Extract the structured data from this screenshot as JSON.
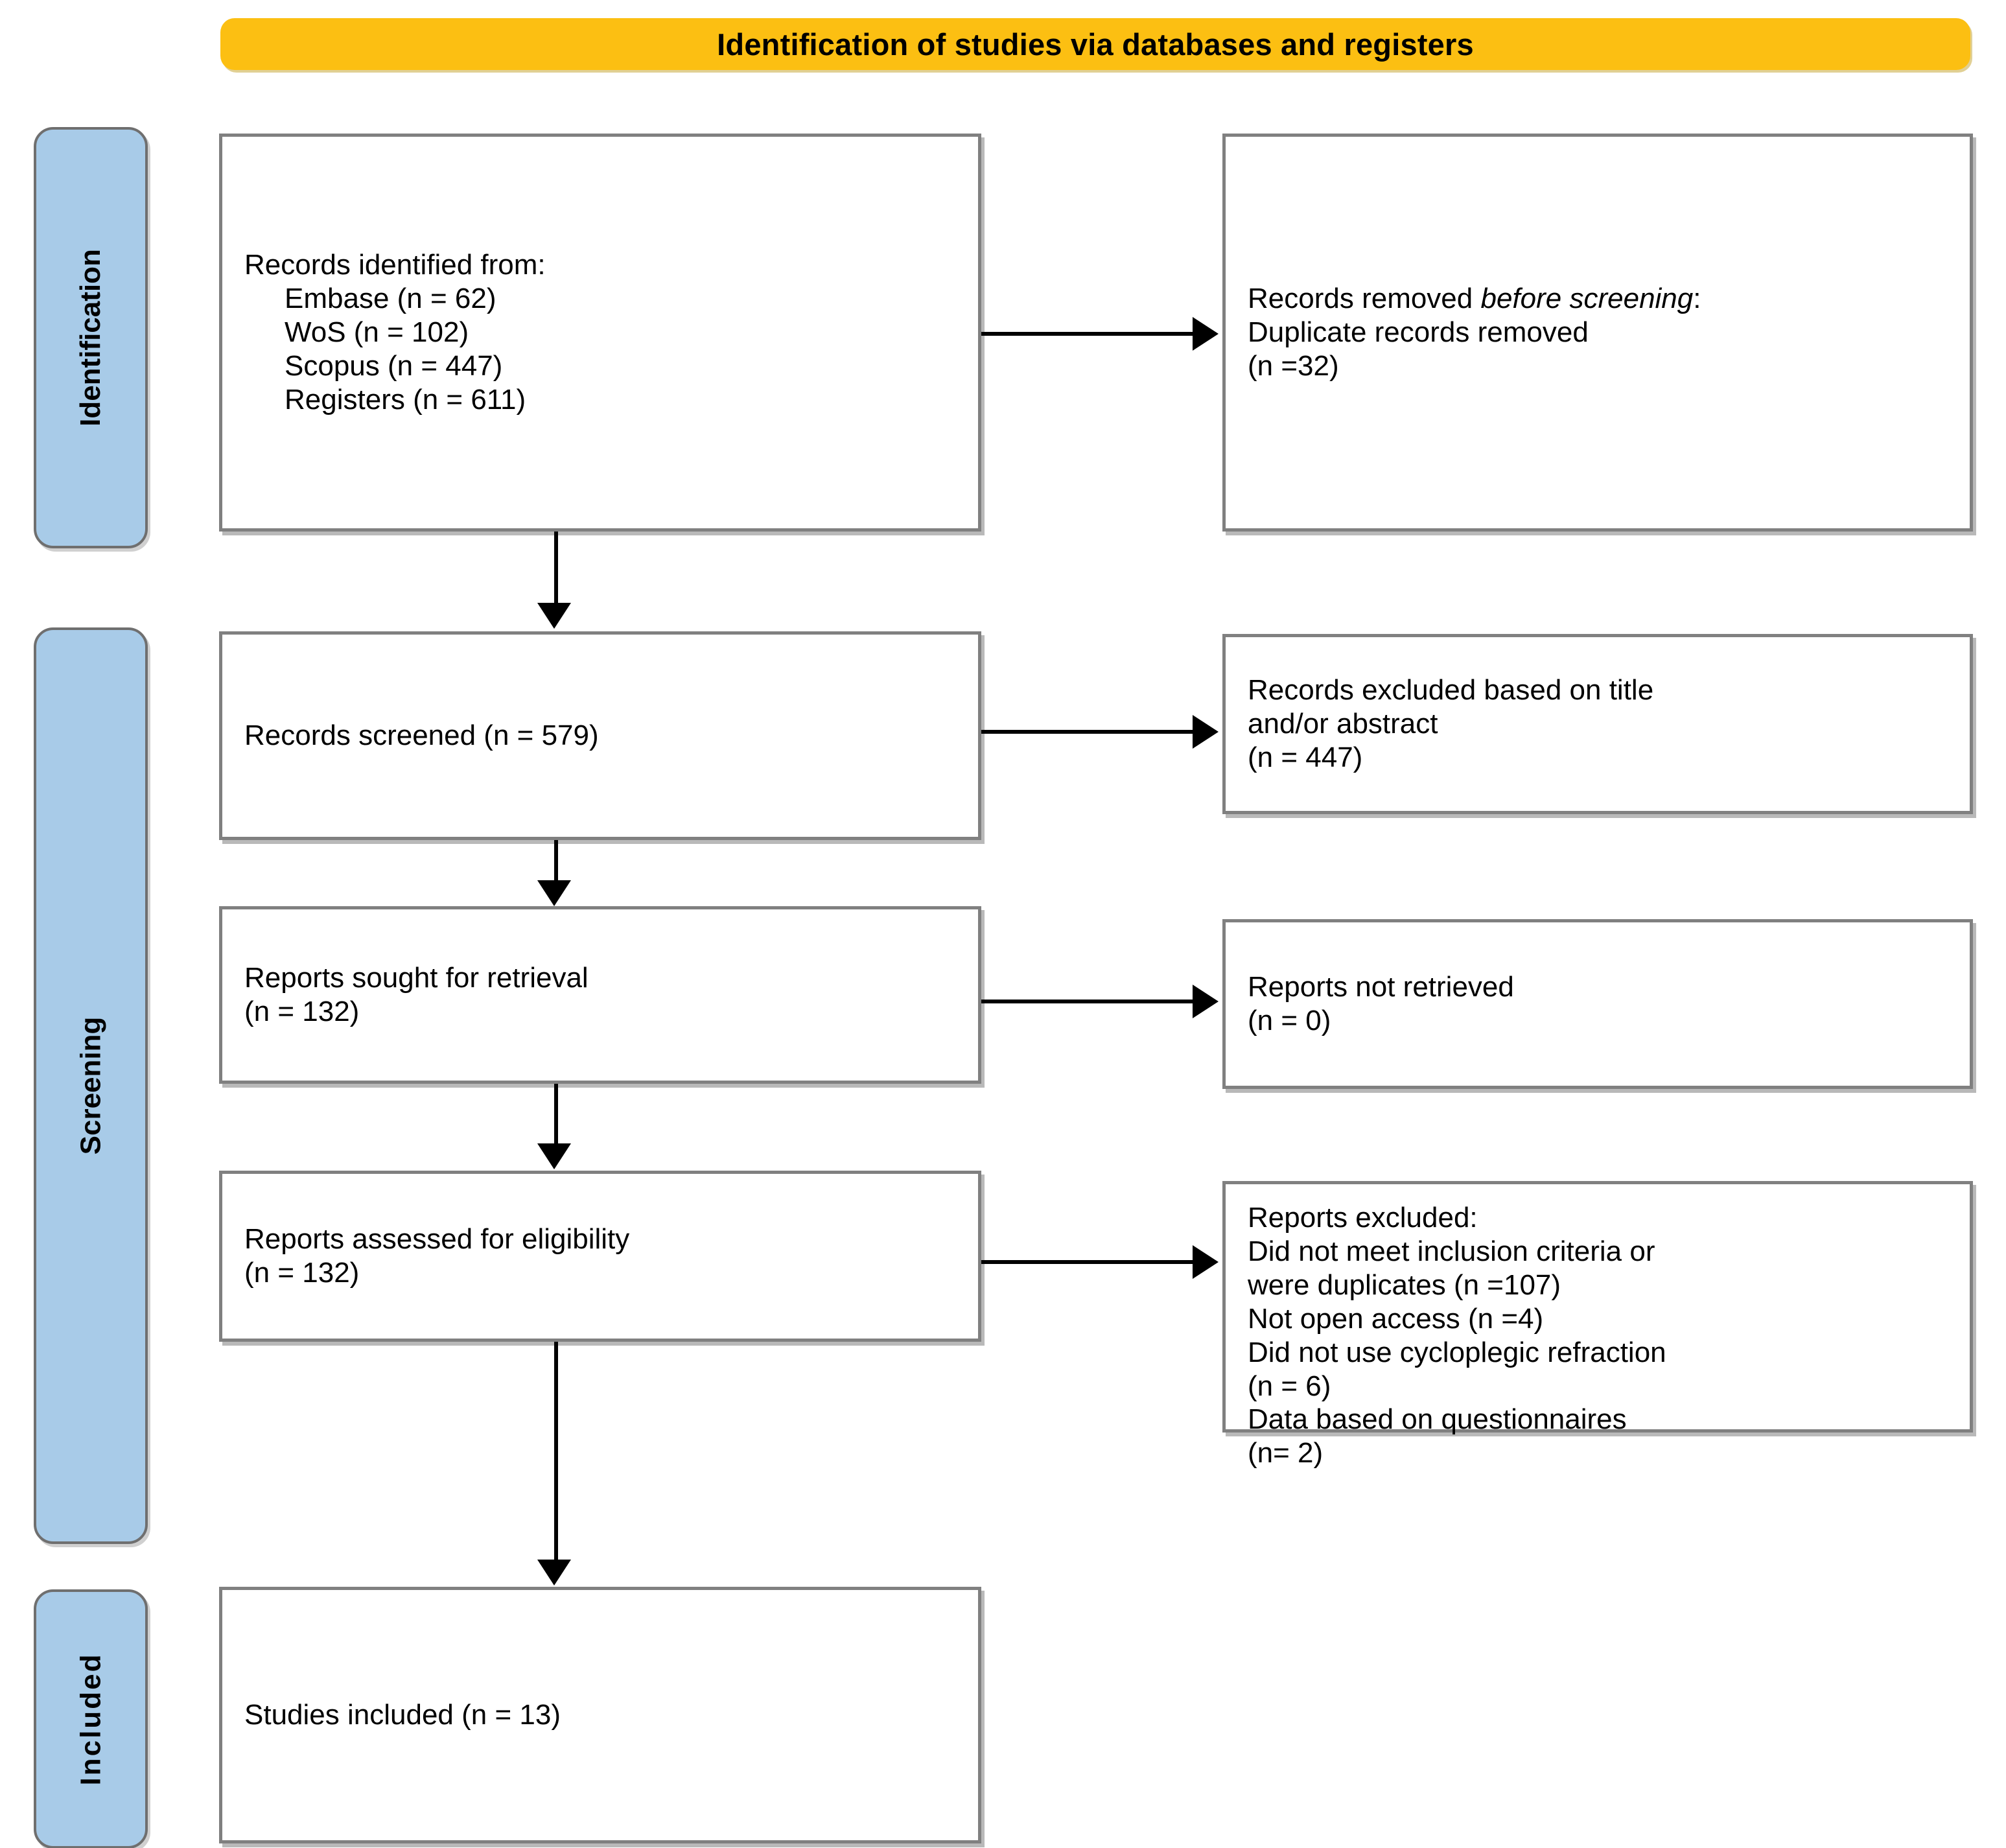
{
  "header": {
    "title": "Identification of studies via databases and registers",
    "accent_color": "#FCBF12"
  },
  "stages": {
    "identification": "Identification",
    "screening": "Screening",
    "included": "Included",
    "bar_color": "#A8CBE8",
    "box_border_color": "#808080"
  },
  "boxes": {
    "identified": {
      "heading": "Records identified from:",
      "sources": [
        "Embase (n = 62)",
        "WoS (n = 102)",
        "Scopus (n = 447)",
        "Registers (n = 611)"
      ]
    },
    "removed": {
      "line1_prefix": "Records removed ",
      "line1_italic": "before screening",
      "line1_suffix": ":",
      "line2": "Duplicate records removed",
      "line3": "(n =32)"
    },
    "screened": {
      "line1": "Records screened (n = 579)"
    },
    "excluded_title": {
      "line1": "Records excluded based on title",
      "line2": "and/or abstract",
      "line3": "(n = 447)"
    },
    "sought": {
      "line1": "Reports sought for retrieval",
      "line2": "(n = 132)"
    },
    "not_retrieved": {
      "line1": "Reports not retrieved",
      "line2": "(n = 0)"
    },
    "assessed": {
      "line1": "Reports assessed for eligibility",
      "line2": "(n = 132)"
    },
    "excluded_reports": {
      "heading": "Reports excluded:",
      "reasons": [
        "Did not meet inclusion criteria or",
        "were duplicates (n =107)",
        "Not open access (n =4)",
        "Did not use cycloplegic refraction",
        "(n = 6)",
        "Data based on questionnaires",
        "(n= 2)"
      ]
    },
    "included": {
      "line1": "Studies included (n = 13)"
    }
  },
  "chart_data": {
    "type": "table",
    "title": "Identification of studies via databases and registers",
    "nodes": [
      {
        "stage": "Identification",
        "label": "Records identified from: Embase",
        "n": 62
      },
      {
        "stage": "Identification",
        "label": "Records identified from: WoS",
        "n": 102
      },
      {
        "stage": "Identification",
        "label": "Records identified from: Scopus",
        "n": 447
      },
      {
        "stage": "Identification",
        "label": "Records identified from: Registers",
        "n": 611
      },
      {
        "stage": "Identification",
        "label": "Duplicate records removed before screening",
        "n": 32
      },
      {
        "stage": "Screening",
        "label": "Records screened",
        "n": 579
      },
      {
        "stage": "Screening",
        "label": "Records excluded based on title and/or abstract",
        "n": 447
      },
      {
        "stage": "Screening",
        "label": "Reports sought for retrieval",
        "n": 132
      },
      {
        "stage": "Screening",
        "label": "Reports not retrieved",
        "n": 0
      },
      {
        "stage": "Screening",
        "label": "Reports assessed for eligibility",
        "n": 132
      },
      {
        "stage": "Screening",
        "label": "Reports excluded: Did not meet inclusion criteria or were duplicates",
        "n": 107
      },
      {
        "stage": "Screening",
        "label": "Reports excluded: Not open access",
        "n": 4
      },
      {
        "stage": "Screening",
        "label": "Reports excluded: Did not use cycloplegic refraction",
        "n": 6
      },
      {
        "stage": "Screening",
        "label": "Reports excluded: Data based on questionnaires",
        "n": 2
      },
      {
        "stage": "Included",
        "label": "Studies included",
        "n": 13
      }
    ]
  }
}
